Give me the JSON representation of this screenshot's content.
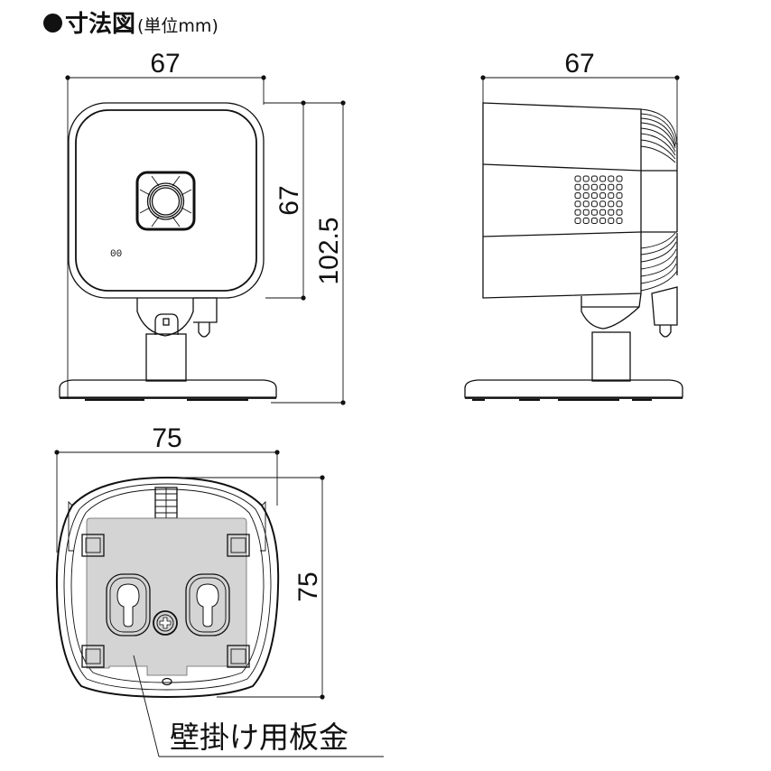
{
  "title": {
    "main": "寸法図",
    "unit_note": "(単位mm)"
  },
  "front_view": {
    "width_label": "67",
    "head_height_label": "67",
    "total_height_label": "102.5",
    "indicator_text": "00"
  },
  "side_view": {
    "depth_label": "67",
    "speaker_grille": {
      "rows": 6,
      "cols": 6
    }
  },
  "bottom_view": {
    "width_label": "75",
    "depth_label": "75",
    "callout_label": "壁掛け用板金"
  },
  "colors": {
    "line": "#111111",
    "plate_fill": "#d4d4d4",
    "background": "#ffffff"
  }
}
